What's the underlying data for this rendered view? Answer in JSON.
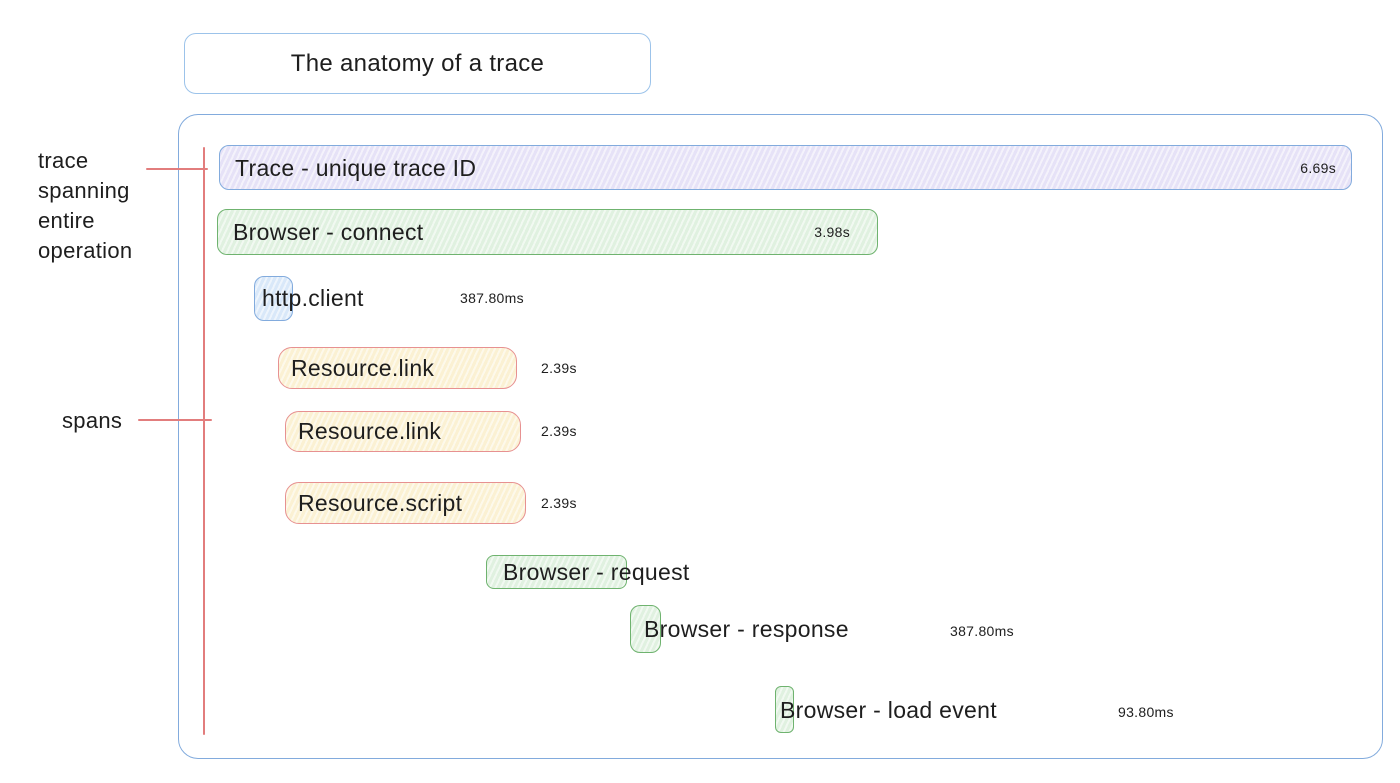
{
  "title": {
    "text": "The anatomy of a trace"
  },
  "annotations": {
    "trace": {
      "lines": [
        "trace",
        "spanning",
        "entire",
        "operation"
      ]
    },
    "spans": {
      "label": "spans"
    }
  },
  "trace_bar": {
    "label": "Trace - unique trace ID",
    "duration": "6.69s",
    "color": "violet"
  },
  "spans": [
    {
      "name": "browser-connect",
      "label": "Browser - connect",
      "duration": "3.98s",
      "color": "green"
    },
    {
      "name": "http-client",
      "label": "http.client",
      "duration": "387.80ms",
      "color": "blue"
    },
    {
      "name": "resource-link-1",
      "label": "Resource.link",
      "duration": "2.39s",
      "color": "yellow"
    },
    {
      "name": "resource-link-2",
      "label": "Resource.link",
      "duration": "2.39s",
      "color": "yellow"
    },
    {
      "name": "resource-script",
      "label": "Resource.script",
      "duration": "2.39s",
      "color": "yellow"
    },
    {
      "name": "browser-request",
      "label": "Browser - request",
      "duration": "",
      "color": "green"
    },
    {
      "name": "browser-response",
      "label": "Browser - response",
      "duration": "387.80ms",
      "color": "green"
    },
    {
      "name": "browser-load-event",
      "label": "Browser - load event",
      "duration": "93.80ms",
      "color": "green"
    }
  ],
  "colors": {
    "blue_border": "#82abdd",
    "title_border": "#9cc3ea",
    "green_border": "#6fb36f",
    "red_border": "#e79191",
    "violet_fill": "#e6e2f7",
    "green_fill": "#e0f1e0",
    "blue_fill": "#d9e8f9",
    "cream_fill": "#fbf1d3",
    "annotation_line": "#e27d7d",
    "text": "#1e1e1e"
  }
}
